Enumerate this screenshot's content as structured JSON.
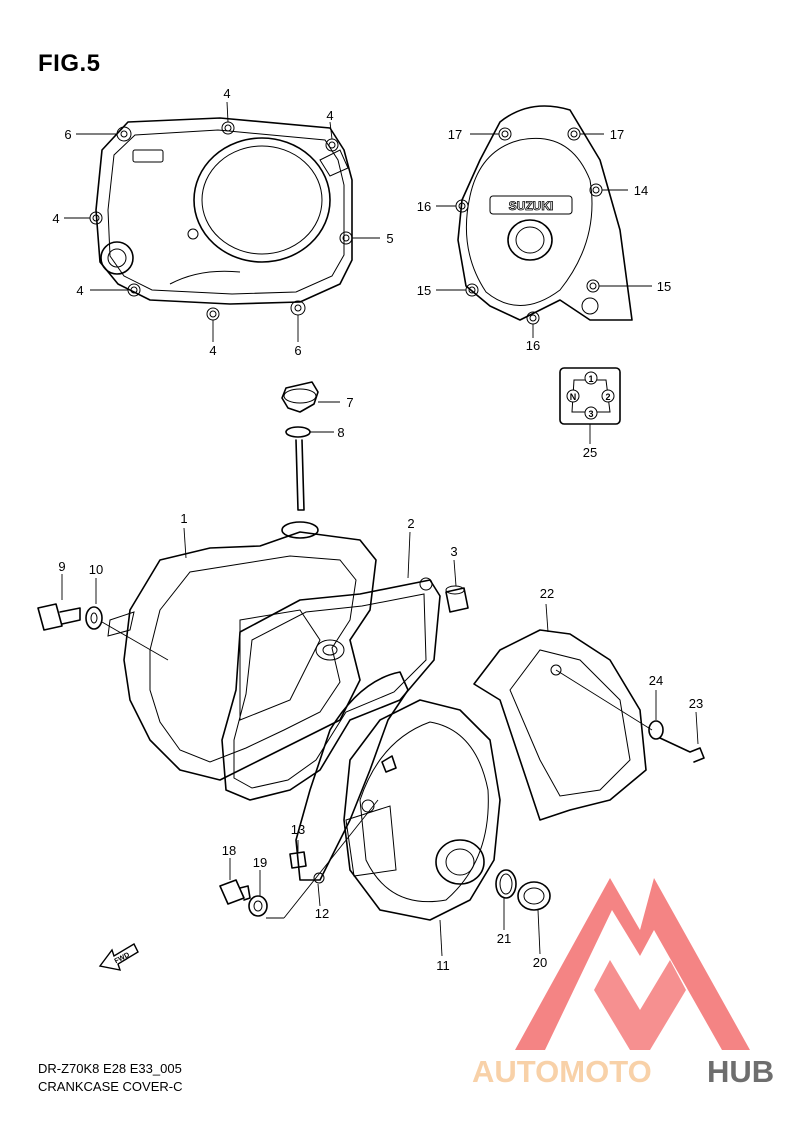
{
  "figure": {
    "title": "FIG.5",
    "model_code": "DR-Z70K8 E28 E33_005",
    "part_group": "CRANKCASE COVER-C"
  },
  "brand_text": {
    "cover_logo": "SUZUKI",
    "fwd_arrow": "FWD"
  },
  "indicator": {
    "positions": [
      "1",
      "N",
      "2",
      "3"
    ]
  },
  "watermark": {
    "text_part1": "AUTOMOTO",
    "text_part2": "HUB",
    "color_light": "#f7c99a",
    "color_dark": "#555555",
    "triangle_color": "#f36f6f"
  },
  "callouts": [
    {
      "id": "c-4a",
      "label": "4"
    },
    {
      "id": "c-4b",
      "label": "4"
    },
    {
      "id": "c-6a",
      "label": "6"
    },
    {
      "id": "c-4c",
      "label": "4"
    },
    {
      "id": "c-5",
      "label": "5"
    },
    {
      "id": "c-4d",
      "label": "4"
    },
    {
      "id": "c-4e",
      "label": "4"
    },
    {
      "id": "c-6b",
      "label": "6"
    },
    {
      "id": "c-17a",
      "label": "17"
    },
    {
      "id": "c-17b",
      "label": "17"
    },
    {
      "id": "c-16a",
      "label": "16"
    },
    {
      "id": "c-14",
      "label": "14"
    },
    {
      "id": "c-15a",
      "label": "15"
    },
    {
      "id": "c-15b",
      "label": "15"
    },
    {
      "id": "c-16b",
      "label": "16"
    },
    {
      "id": "c-7",
      "label": "7"
    },
    {
      "id": "c-8",
      "label": "8"
    },
    {
      "id": "c-25",
      "label": "25"
    },
    {
      "id": "c-1",
      "label": "1"
    },
    {
      "id": "c-2",
      "label": "2"
    },
    {
      "id": "c-3",
      "label": "3"
    },
    {
      "id": "c-9",
      "label": "9"
    },
    {
      "id": "c-10",
      "label": "10"
    },
    {
      "id": "c-22",
      "label": "22"
    },
    {
      "id": "c-24",
      "label": "24"
    },
    {
      "id": "c-23",
      "label": "23"
    },
    {
      "id": "c-13",
      "label": "13"
    },
    {
      "id": "c-18",
      "label": "18"
    },
    {
      "id": "c-19",
      "label": "19"
    },
    {
      "id": "c-12",
      "label": "12"
    },
    {
      "id": "c-11",
      "label": "11"
    },
    {
      "id": "c-21",
      "label": "21"
    },
    {
      "id": "c-20",
      "label": "20"
    }
  ]
}
